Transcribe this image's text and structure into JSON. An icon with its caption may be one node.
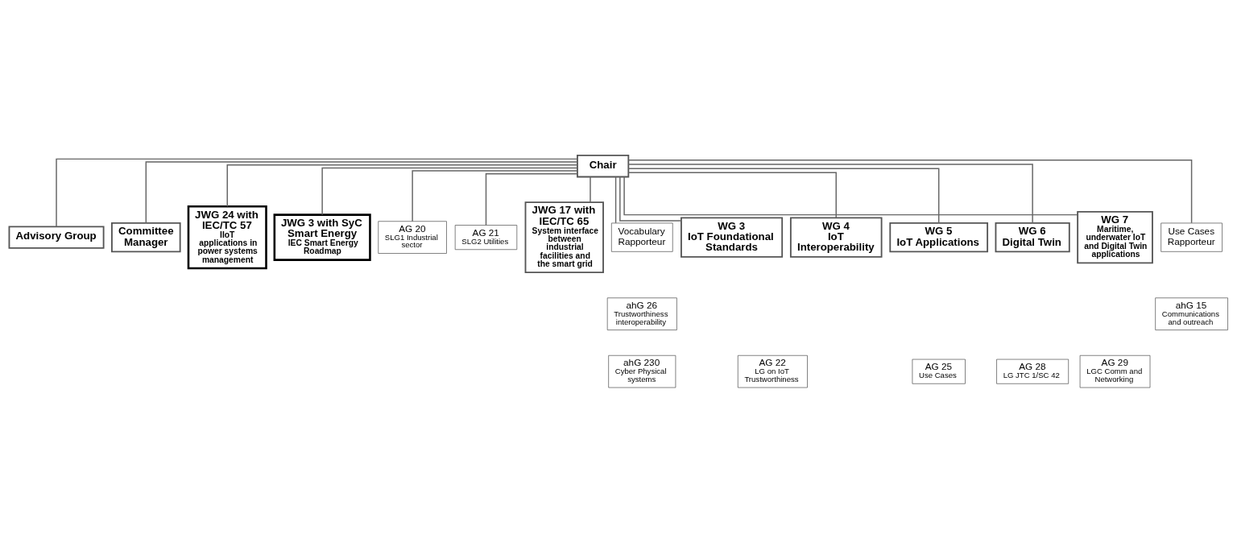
{
  "diagram": {
    "nodes": [
      {
        "text": [
          "Chair"
        ]
      },
      {
        "text": [
          "Advisory Group"
        ]
      },
      {
        "text": [
          "Committee Manager"
        ]
      },
      {
        "text": [
          "JWG 24 with IEC/TC 57",
          "IIoT applications in power systems management"
        ]
      },
      {
        "text": [
          "JWG 3 with SyC Smart Energy",
          "IEC Smart Energy Roadmap"
        ]
      },
      {
        "text": [
          "AG 20",
          "SLG1 Industrial sector"
        ]
      },
      {
        "text": [
          "AG 21",
          "SLG2 Utilities"
        ]
      },
      {
        "text": [
          "JWG 17 with IEC/TC 65",
          "System interface between industrial facilities and the smart grid"
        ]
      },
      {
        "text": [
          "Vocabulary Rapporteur"
        ]
      },
      {
        "text": [
          "WG 3",
          "IoT Foundational Standards"
        ]
      },
      {
        "text": [
          "WG 4",
          "IoT Interoperability"
        ]
      },
      {
        "text": [
          "WG 5",
          "IoT Applications"
        ]
      },
      {
        "text": [
          "WG 6",
          "Digital Twin"
        ]
      },
      {
        "text": [
          "WG 7",
          "Maritime, underwater IoT and Digital Twin applications"
        ]
      },
      {
        "text": [
          "Use Cases Rapporteur"
        ]
      },
      {
        "text": [
          "ahG 26",
          "Trustworthiness interoperability"
        ]
      },
      {
        "text": [
          "ahG 15",
          "Communications and outreach"
        ]
      },
      {
        "text": [
          "ahG 230",
          "Cyber Physical systems"
        ]
      },
      {
        "text": [
          "AG 22",
          "LG on IoT Trustworthiness"
        ]
      },
      {
        "text": [
          "AG 25",
          "Use Cases"
        ]
      },
      {
        "text": [
          "AG 28",
          "LG JTC 1/SC 42"
        ]
      },
      {
        "text": [
          "AG 29",
          "LGC Comm and Networking"
        ]
      }
    ],
    "edges": [
      {
        "from": 0,
        "to": 1,
        "arrow": "none"
      },
      {
        "from": 0,
        "to": 2,
        "arrow": "none"
      },
      {
        "from": 0,
        "to": 5,
        "arrow": "none"
      },
      {
        "from": 0,
        "to": 6,
        "arrow": "none"
      },
      {
        "from": 0,
        "to": 3,
        "arrow": "none"
      },
      {
        "from": 0,
        "to": 4,
        "arrow": "none"
      },
      {
        "from": 0,
        "to": 7,
        "arrow": "none"
      },
      {
        "from": 0,
        "to": 8,
        "arrow": "none"
      },
      {
        "from": 0,
        "to": 9,
        "arrow": "none"
      },
      {
        "from": 0,
        "to": 10,
        "arrow": "none"
      },
      {
        "from": 0,
        "to": 11,
        "arrow": "none"
      },
      {
        "from": 0,
        "to": 12,
        "arrow": "none"
      },
      {
        "from": 0,
        "to": 13,
        "arrow": "none"
      },
      {
        "from": 0,
        "to": 14,
        "arrow": "none"
      }
    ]
  }
}
